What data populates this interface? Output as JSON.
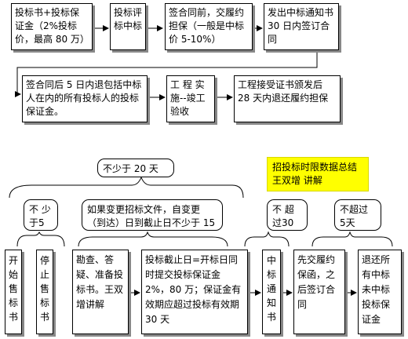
{
  "row1": [
    {
      "id": "step1",
      "text": "投标书+投标保证金（2%投标价，最高 80 万）"
    },
    {
      "id": "step2",
      "text": "投标评标中标"
    },
    {
      "id": "step3",
      "text": "签合同前，交履约担保（一般是中标价 5-10%）"
    },
    {
      "id": "step4",
      "text": "发出中标通知书 30 日内签订合同"
    }
  ],
  "row2": [
    {
      "id": "step5",
      "text": "签合同后 5 日内退包括中标人在内的所有投标人的投标保证金。"
    },
    {
      "id": "step6",
      "text": "工 程 实施--竣工验收"
    },
    {
      "id": "step7",
      "text": "工程接受证书颁发后 28 天内退还履约担保"
    }
  ],
  "summary": {
    "title_line1": "招投标时限数据总结",
    "title_line2": "王双增    讲解"
  },
  "brackets": {
    "top_label": "不少于 20 天",
    "note_left": "不 少 于5天",
    "note_mid": "如果变更招标文件，自变更（到达）日到截止日不少于 15 天",
    "note_r1": "不 超 过30天",
    "note_r2": "不超过 5天"
  },
  "bottom": [
    {
      "id": "b1",
      "text": "开始售标书"
    },
    {
      "id": "b2",
      "text": "停止售标书"
    },
    {
      "id": "b3",
      "text": "勘查、答疑、准备投标书。王双增讲解"
    },
    {
      "id": "b4",
      "text": "投标截止日=开标日同时提交投标保证金 2%，80 万；保证金有效期应超过投标有效期 30 天"
    },
    {
      "id": "b5",
      "text": "中标通知书"
    },
    {
      "id": "b6",
      "text": "先交履约保函，之后签订合同"
    },
    {
      "id": "b7",
      "text": "退还所有中标未中标投标保证金"
    }
  ]
}
